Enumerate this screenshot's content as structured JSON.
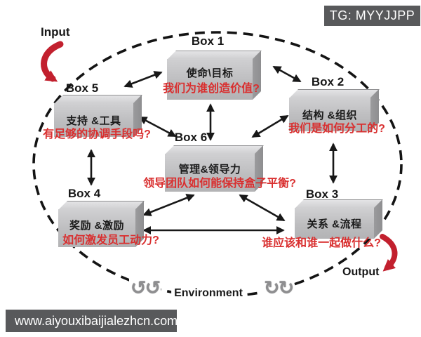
{
  "header": {
    "tg_badge": "TG: MYYJJPP"
  },
  "footer": {
    "website": "www.aiyouxibaijialezhcn.com"
  },
  "flow": {
    "input_label": "Input",
    "output_label": "Output",
    "environment_label": "Environment",
    "env_arrows_left": "↺↺",
    "env_arrows_right": "↻↻"
  },
  "boxes": {
    "box1": {
      "tag": "Box 1",
      "title": "使命\\目标",
      "question": "我们为谁创造价值?"
    },
    "box2": {
      "tag": "Box 2",
      "title": "结构 &组织",
      "question": "我们是如何分工的?"
    },
    "box3": {
      "tag": "Box 3",
      "title": "关系 &流程",
      "question": "谁应该和谁一起做什么?"
    },
    "box4": {
      "tag": "Box 4",
      "title": "奖励 &激励",
      "question": "如何激发员工动力?"
    },
    "box5": {
      "tag": "Box 5",
      "title": "支持 &工具",
      "question": "有足够的协调手段吗?"
    },
    "box6": {
      "tag": "Box 6",
      "title": "管理&领导力",
      "question": "领导团队如何能保持盒子平衡?"
    }
  },
  "colors": {
    "accent_red": "#c2202e",
    "question_red": "#d92f2f",
    "plate_bg": "#58595b",
    "box_face": "#c0c0c2"
  }
}
